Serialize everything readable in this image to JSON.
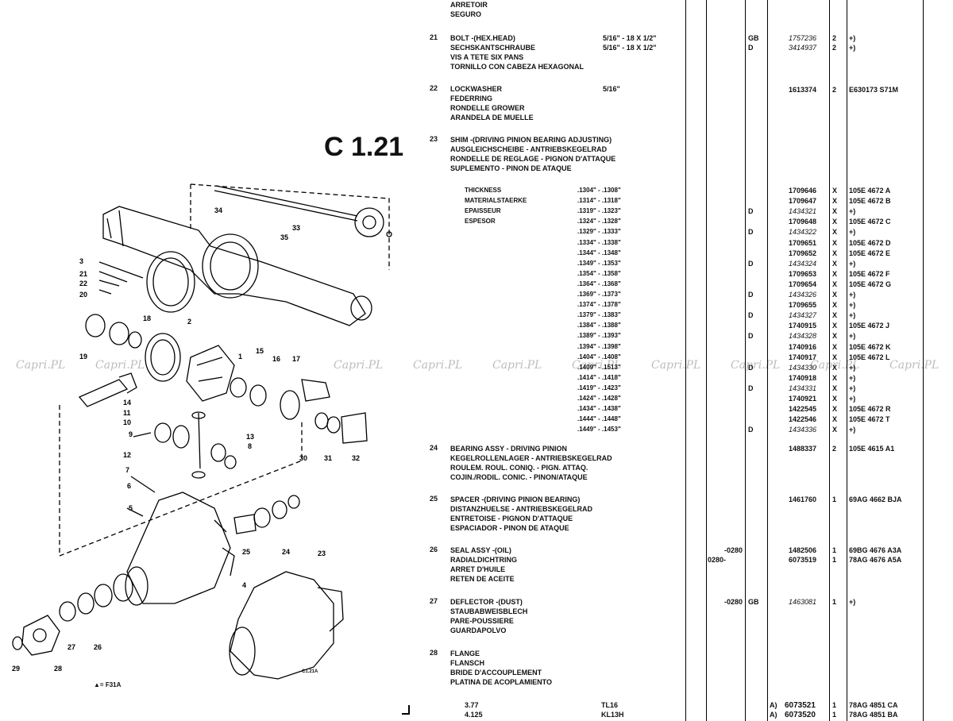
{
  "page_code": "C 1.21",
  "diagram_code": "C1.21A",
  "footnote": "▲= F31A",
  "watermark": "Capri.PL",
  "parts": [
    {
      "num": "",
      "lines": [
        "ARRETOIR",
        "SEGURO"
      ]
    },
    {
      "num": "21",
      "lines": [
        "BOLT -(HEX.HEAD)",
        "SECHSKANTSCHRAUBE",
        "VIS A TETE SIX PANS",
        "TORNILLO CON CABEZA HEXAGONAL"
      ],
      "rows": [
        {
          "spec": "5/16\" - 18 X 1/2\"",
          "tag": "GB",
          "part": "1757236",
          "qty": "2",
          "note": "+)"
        },
        {
          "spec": "5/16\" - 18 X 1/2\"",
          "tag": "D",
          "part": "3414937",
          "qty": "2",
          "note": "+)"
        }
      ]
    },
    {
      "num": "22",
      "lines": [
        "LOCKWASHER",
        "FEDERRING",
        "RONDELLE GROWER",
        "ARANDELA DE MUELLE"
      ],
      "rows": [
        {
          "spec": "5/16\"",
          "part": "1613374",
          "qty": "2",
          "note": "E630173 S71M"
        }
      ]
    },
    {
      "num": "23",
      "lines": [
        "SHIM -(DRIVING PINION BEARING ADJUSTING)",
        "AUSGLEICHSCHEIBE - ANTRIEBSKEGELRAD",
        "RONDELLE DE REGLAGE - PIGNON D'ATTAQUE",
        "SUPLEMENTO - PINON DE ATAQUE"
      ]
    },
    {
      "num": "24",
      "lines": [
        "BEARING ASSY - DRIVING PINION",
        "KEGELROLLENLAGER - ANTRIEBSKEGELRAD",
        "ROULEM. ROUL. CONIQ. - PIGN. ATTAQ.",
        "COJIN./RODIL. CONIC. - PINON/ATAQUE"
      ],
      "rows": [
        {
          "part": "1488337",
          "qty": "2",
          "note": "105E 4615 A1"
        }
      ]
    },
    {
      "num": "25",
      "lines": [
        "SPACER -(DRIVING PINION BEARING)",
        "DISTANZHUELSE - ANTRIEBSKEGELRAD",
        "ENTRETOISE - PIGNON D'ATTAQUE",
        "ESPACIADOR - PINON DE ATAQUE"
      ],
      "rows": [
        {
          "part": "1461760",
          "qty": "1",
          "note": "69AG 4662 BJA"
        }
      ]
    },
    {
      "num": "26",
      "lines": [
        "SEAL ASSY -(OIL)",
        "RADIALDICHTRING",
        "ARRET D'HUILE",
        "RETEN DE ACEITE"
      ],
      "rows": [
        {
          "from": "-0280",
          "part": "1482506",
          "qty": "1",
          "note": "69BG 4676 A3A"
        },
        {
          "from": "0280-",
          "part": "6073519",
          "qty": "1",
          "note": "78AG 4676 A5A"
        }
      ]
    },
    {
      "num": "27",
      "lines": [
        "DEFLECTOR -(DUST)",
        "STAUBABWEISBLECH",
        "PARE-POUSSIERE",
        "GUARDAPOLVO"
      ],
      "rows": [
        {
          "from": "-0280",
          "tag": "GB",
          "part": "1463081",
          "qty": "1",
          "note": "+)"
        }
      ]
    },
    {
      "num": "28",
      "lines": [
        "FLANGE",
        "FLANSCH",
        "BRIDE D'ACCOUPLEMENT",
        "PLATINA DE ACOPLAMIENTO"
      ],
      "rows": [
        {
          "spec": "3.77",
          "model": "TL16",
          "flag": "A)",
          "part": "6073521",
          "qty": "1",
          "note": "78AG 4851 CA"
        },
        {
          "spec": "4.125",
          "model": "KL13H",
          "flag": "A)",
          "part": "6073520",
          "qty": "1",
          "note": "78AG 4851 BA"
        }
      ]
    }
  ],
  "thickness_labels": [
    "THICKNESS",
    "MATERIALSTAERKE",
    "EPAISSEUR",
    "ESPESOR"
  ],
  "shims": [
    {
      "range": ".1304\" - .1308\"",
      "tag": "",
      "part": "1709646",
      "note": "105E 4672 A"
    },
    {
      "range": ".1314\" - .1318\"",
      "tag": "",
      "part": "1709647",
      "note": "105E 4672 B"
    },
    {
      "range": ".1319\" - .1323\"",
      "tag": "D",
      "part": "1434321",
      "note": "+)"
    },
    {
      "range": ".1324\" - .1328\"",
      "tag": "",
      "part": "1709648",
      "note": "105E 4672 C"
    },
    {
      "range": ".1329\" - .1333\"",
      "tag": "D",
      "part": "1434322",
      "note": "+)"
    },
    {
      "range": ".1334\" - .1338\"",
      "tag": "",
      "part": "1709651",
      "note": "105E 4672 D"
    },
    {
      "range": ".1344\" - .1348\"",
      "tag": "",
      "part": "1709652",
      "note": "105E 4672 E"
    },
    {
      "range": ".1349\" - .1353\"",
      "tag": "D",
      "part": "1434324",
      "note": "+)"
    },
    {
      "range": ".1354\" - .1358\"",
      "tag": "",
      "part": "1709653",
      "note": "105E 4672 F"
    },
    {
      "range": ".1364\" - .1368\"",
      "tag": "",
      "part": "1709654",
      "note": "105E 4672 G"
    },
    {
      "range": ".1369\" - .1373\"",
      "tag": "D",
      "part": "1434326",
      "note": "+)"
    },
    {
      "range": ".1374\" - .1378\"",
      "tag": "",
      "part": "1709655",
      "note": "+)"
    },
    {
      "range": ".1379\" - .1383\"",
      "tag": "D",
      "part": "1434327",
      "note": "+)"
    },
    {
      "range": ".1384\" - .1388\"",
      "tag": "",
      "part": "1740915",
      "note": "105E 4672 J"
    },
    {
      "range": ".1389\" - .1393\"",
      "tag": "D",
      "part": "1434328",
      "note": "+)"
    },
    {
      "range": ".1394\" - .1398\"",
      "tag": "",
      "part": "1740916",
      "note": "105E 4672 K"
    },
    {
      "range": ".1404\" - .1408\"",
      "tag": "",
      "part": "1740917",
      "note": "105E 4672 L"
    },
    {
      "range": ".1409\" - .1513\"",
      "tag": "D",
      "part": "1434330",
      "note": "+)"
    },
    {
      "range": ".1414\" - .1418\"",
      "tag": "",
      "part": "1740918",
      "note": "+)"
    },
    {
      "range": ".1419\" - .1423\"",
      "tag": "D",
      "part": "1434331",
      "note": "+)"
    },
    {
      "range": ".1424\" - .1428\"",
      "tag": "",
      "part": "1740921",
      "note": "+)"
    },
    {
      "range": ".1434\" - .1438\"",
      "tag": "",
      "part": "1422545",
      "note": "105E 4672 R"
    },
    {
      "range": ".1444\" - .1448\"",
      "tag": "",
      "part": "1422546",
      "note": "105E 4672 T"
    },
    {
      "range": ".1449\" - .1453\"",
      "tag": "D",
      "part": "1434336",
      "note": "+)"
    }
  ],
  "shim_qty_mark": "X",
  "callouts": [
    "1",
    "2",
    "3",
    "4",
    "5",
    "6",
    "7",
    "8",
    "9",
    "10",
    "11",
    "12",
    "13",
    "14",
    "15",
    "16",
    "17",
    "18",
    "19",
    "20",
    "21",
    "22",
    "23",
    "24",
    "25",
    "26",
    "27",
    "28",
    "29",
    "30",
    "31",
    "32",
    "33",
    "34",
    "35"
  ]
}
